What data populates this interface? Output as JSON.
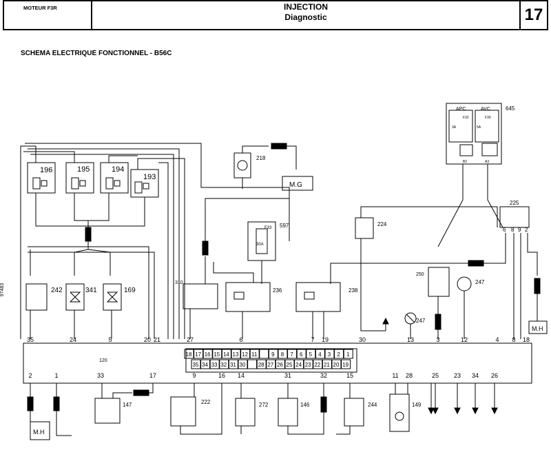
{
  "header": {
    "engine": "MOTEUR F3R",
    "title": "INJECTION",
    "subtitle": "Diagnostic",
    "page_number": "17"
  },
  "schema_title": "SCHEMA ELECTRIQUE FONCTIONNEL - B56C",
  "side_ref": "97483",
  "components": {
    "c196": "196",
    "c195": "195",
    "c194": "194",
    "c193": "193",
    "c218": "218",
    "c597": "597",
    "c224": "224",
    "c645": "645",
    "c225": "225",
    "c242": "242",
    "c341": "341",
    "c169": "169",
    "c310": "310",
    "c236": "236",
    "c238": "238",
    "c250": "250",
    "c247a": "247",
    "c247b": "247",
    "c120": "120",
    "c147": "147",
    "c222": "222",
    "c272": "272",
    "c146": "146",
    "c244": "244",
    "c149": "149"
  },
  "grounds": {
    "mg": "M.G",
    "mh_right": "M.H",
    "mh_left": "M.H"
  },
  "labels": {
    "fuse_apc": "APC",
    "fuse_avc": "AVC",
    "fuse_f32": "F32",
    "fuse_f30": "F30",
    "fuse_3a": "3A",
    "fuse_5a": "5A",
    "fuse_f33": "F33",
    "fuse_30a": "30A",
    "pin_b2": "B2",
    "pin_a3": "A3"
  },
  "top_connections": [
    "35",
    "24",
    "5",
    "20",
    "21",
    "27",
    "6",
    "7",
    "19",
    "30",
    "13",
    "3",
    "12",
    "4",
    "8",
    "18"
  ],
  "bottom_connections": [
    "2",
    "1",
    "33",
    "17",
    "9",
    "16",
    "14",
    "31",
    "32",
    "15",
    "11",
    "28",
    "25",
    "23",
    "34",
    "26"
  ],
  "terminal_row1": [
    "18",
    "17",
    "16",
    "15",
    "14",
    "13",
    "12",
    "11",
    "",
    "9",
    "8",
    "7",
    "6",
    "5",
    "4",
    "3",
    "2",
    "1"
  ],
  "terminal_row2": [
    "35",
    "34",
    "33",
    "32",
    "31",
    "30",
    "",
    "28",
    "27",
    "26",
    "25",
    "24",
    "23",
    "22",
    "21",
    "20",
    "19"
  ],
  "conn_225_pins": [
    "6",
    "8",
    "9",
    "2"
  ]
}
